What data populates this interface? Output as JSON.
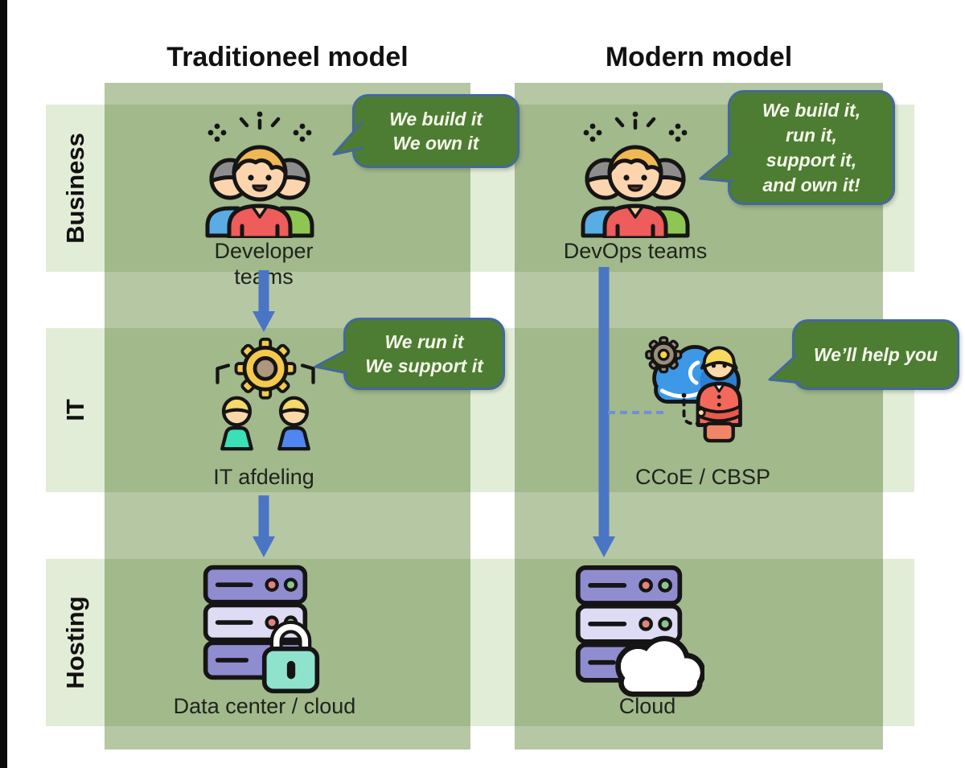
{
  "titles": {
    "traditional": "Traditioneel model",
    "modern": "Modern model"
  },
  "row_labels": {
    "business": "Business",
    "it": "IT",
    "hosting": "Hosting"
  },
  "traditional": {
    "business_label": "Developer teams",
    "business_bubble": {
      "lines": [
        "We build it",
        "We own it"
      ]
    },
    "it_label": "IT afdeling",
    "it_bubble": {
      "lines": [
        "We run it",
        "We support it"
      ]
    },
    "hosting_label": "Data center / cloud"
  },
  "modern": {
    "business_label": "DevOps teams",
    "business_bubble": {
      "lines": [
        "We build it,",
        "run it,",
        "support it,",
        "and own it!"
      ]
    },
    "it_label": "CCoE / CBSP",
    "it_bubble": {
      "lines": [
        "We’ll help you"
      ]
    },
    "hosting_label": "Cloud"
  },
  "icons": {
    "traditional_business": "team-icon",
    "traditional_it": "gear-team-icon",
    "traditional_hosting": "server-lock-icon",
    "modern_business": "team-icon",
    "modern_it": "cloud-gear-person-icon",
    "modern_hosting": "server-cloud-icon"
  },
  "colors": {
    "background": "#ffffff",
    "left_edge_bar": "#000000",
    "row_band": "#e2edd8",
    "column_band": "#b6c7a4",
    "band_overlap": "#9db58a",
    "bubble_fill": "#4d7d32",
    "bubble_border": "#44689b",
    "bubble_text": "#ffffff",
    "arrow": "#4a75c5",
    "dashed_connector": "#6f90d6",
    "label_text": "#20241c"
  }
}
